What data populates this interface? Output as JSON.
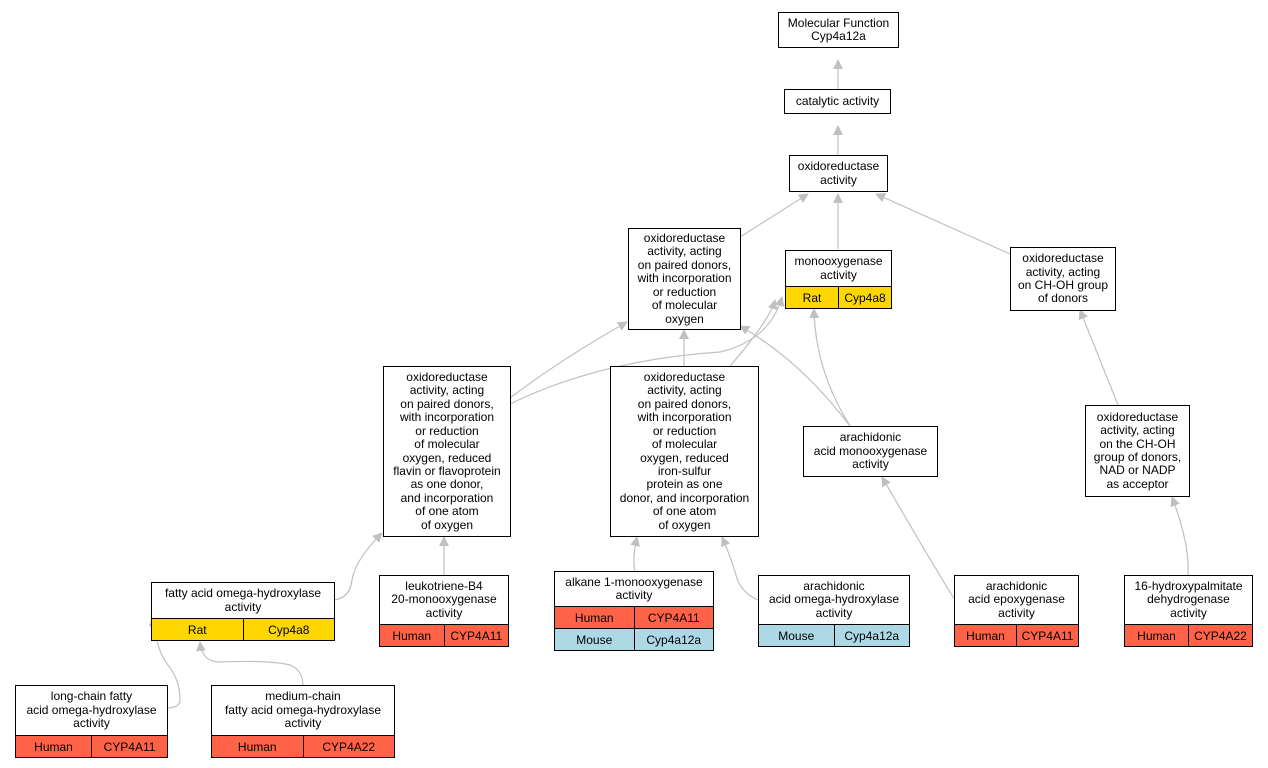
{
  "colors": {
    "edge": "#c0c0c0",
    "rat": "#ffd700",
    "human": "#ff6347",
    "mouse": "#add8e6"
  },
  "nodes": [
    {
      "id": "root",
      "label": "Molecular Function\nCyp4a12a"
    },
    {
      "id": "catalytic",
      "label": "catalytic activity"
    },
    {
      "id": "oxidoreductase",
      "label": "oxidoreductase\nactivity"
    },
    {
      "id": "paired",
      "label": "oxidoreductase\nactivity, acting\non paired donors,\nwith incorporation\nor reduction\nof molecular\noxygen"
    },
    {
      "id": "monooxygenase",
      "label": "monooxygenase\nactivity",
      "species": [
        {
          "name": "Rat",
          "gene": "Cyp4a8",
          "color": "#ffd700"
        }
      ]
    },
    {
      "id": "chohgroup",
      "label": "oxidoreductase\nactivity, acting\non CH-OH group\nof donors"
    },
    {
      "id": "flavin",
      "label": "oxidoreductase\nactivity, acting\non paired donors,\nwith incorporation\nor reduction\nof molecular\noxygen, reduced\nflavin or flavoprotein\nas one donor,\nand incorporation\nof one atom\nof oxygen"
    },
    {
      "id": "ironsulfur",
      "label": "oxidoreductase\nactivity, acting\non paired donors,\nwith incorporation\nor reduction\nof molecular\noxygen, reduced\niron-sulfur\nprotein as one\ndonor, and incorporation\nof one atom\nof oxygen"
    },
    {
      "id": "arachmono",
      "label": "arachidonic\nacid monooxygenase\nactivity"
    },
    {
      "id": "nadp",
      "label": "oxidoreductase\nactivity, acting\non the CH-OH\ngroup of donors,\nNAD or NADP\nas acceptor"
    },
    {
      "id": "fattyomega",
      "label": "fatty acid omega-hydroxylase\nactivity",
      "species": [
        {
          "name": "Rat",
          "gene": "Cyp4a8",
          "color": "#ffd700"
        }
      ]
    },
    {
      "id": "ltb4",
      "label": "leukotriene-B4\n20-monooxygenase\nactivity",
      "species": [
        {
          "name": "Human",
          "gene": "CYP4A11",
          "color": "#ff6347"
        }
      ]
    },
    {
      "id": "alkane",
      "label": "alkane 1-monooxygenase\nactivity",
      "species": [
        {
          "name": "Human",
          "gene": "CYP4A11",
          "color": "#ff6347"
        },
        {
          "name": "Mouse",
          "gene": "Cyp4a12a",
          "color": "#add8e6"
        }
      ]
    },
    {
      "id": "arachomega",
      "label": "arachidonic\nacid omega-hydroxylase\nactivity",
      "species": [
        {
          "name": "Mouse",
          "gene": "Cyp4a12a",
          "color": "#add8e6"
        }
      ]
    },
    {
      "id": "arachepox",
      "label": "arachidonic\nacid epoxygenase\nactivity",
      "species": [
        {
          "name": "Human",
          "gene": "CYP4A11",
          "color": "#ff6347"
        }
      ]
    },
    {
      "id": "hydroxypalm",
      "label": "16-hydroxypalmitate\ndehydrogenase\nactivity",
      "species": [
        {
          "name": "Human",
          "gene": "CYP4A22",
          "color": "#ff6347"
        }
      ]
    },
    {
      "id": "longchain",
      "label": "long-chain fatty\nacid omega-hydroxylase\nactivity",
      "species": [
        {
          "name": "Human",
          "gene": "CYP4A11",
          "color": "#ff6347"
        }
      ]
    },
    {
      "id": "mediumchain",
      "label": "medium-chain\nfatty acid omega-hydroxylase\nactivity",
      "species": [
        {
          "name": "Human",
          "gene": "CYP4A22",
          "color": "#ff6347"
        }
      ]
    }
  ]
}
